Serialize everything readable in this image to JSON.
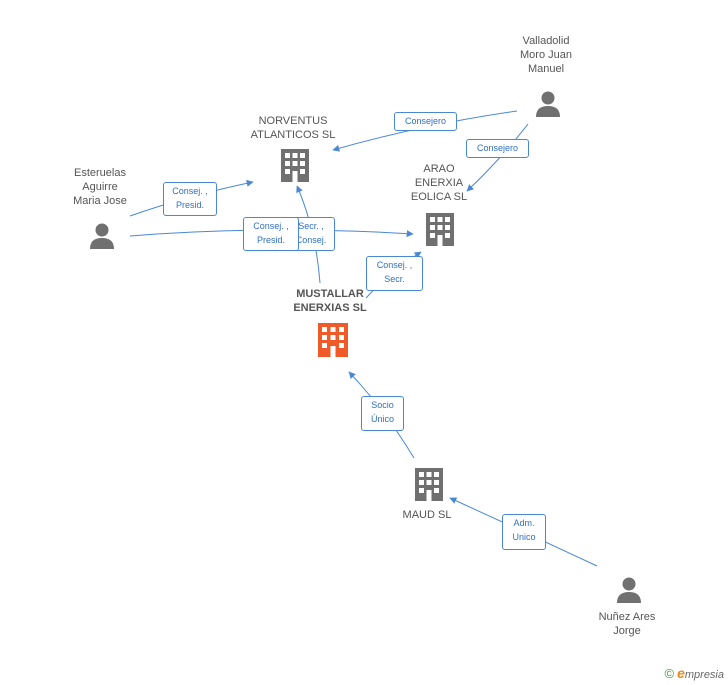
{
  "colors": {
    "edge": "#4a88d6",
    "icon": "#707070",
    "main_icon": "#f05a28"
  },
  "nodes": {
    "valladolid": {
      "label": "Valladolid\nMoro Juan\nManuel",
      "kind": "person"
    },
    "norventus": {
      "label": "NORVENTUS\nATLANTICOS SL",
      "kind": "company"
    },
    "esteruelas": {
      "label": "Esteruelas\nAguirre\nMaria Jose",
      "kind": "person"
    },
    "arao": {
      "label": "ARAO\nENERXIA\nEOLICA SL",
      "kind": "company"
    },
    "mustallar": {
      "label": "MUSTALLAR\nENERXIAS SL",
      "kind": "company-main"
    },
    "maud": {
      "label": "MAUD SL",
      "kind": "company"
    },
    "nunez": {
      "label": "Nuñez Ares\nJorge",
      "kind": "person"
    }
  },
  "edge_labels": {
    "val_norv": "Consejero",
    "val_arao": "Consejero",
    "est_norv": "Consej. ,\nPresid.",
    "est_arao": "Consej. ,\nPresid.",
    "must_norv": "Secr. ,\nConsej.",
    "must_arao": "Consej. ,\nSecr.",
    "maud_must": "Socio\nÚnico",
    "nunez_maud": "Adm.\nUnico"
  },
  "footer": {
    "copyright": "©",
    "brand_initial": "e",
    "brand_rest": "mpresia"
  }
}
